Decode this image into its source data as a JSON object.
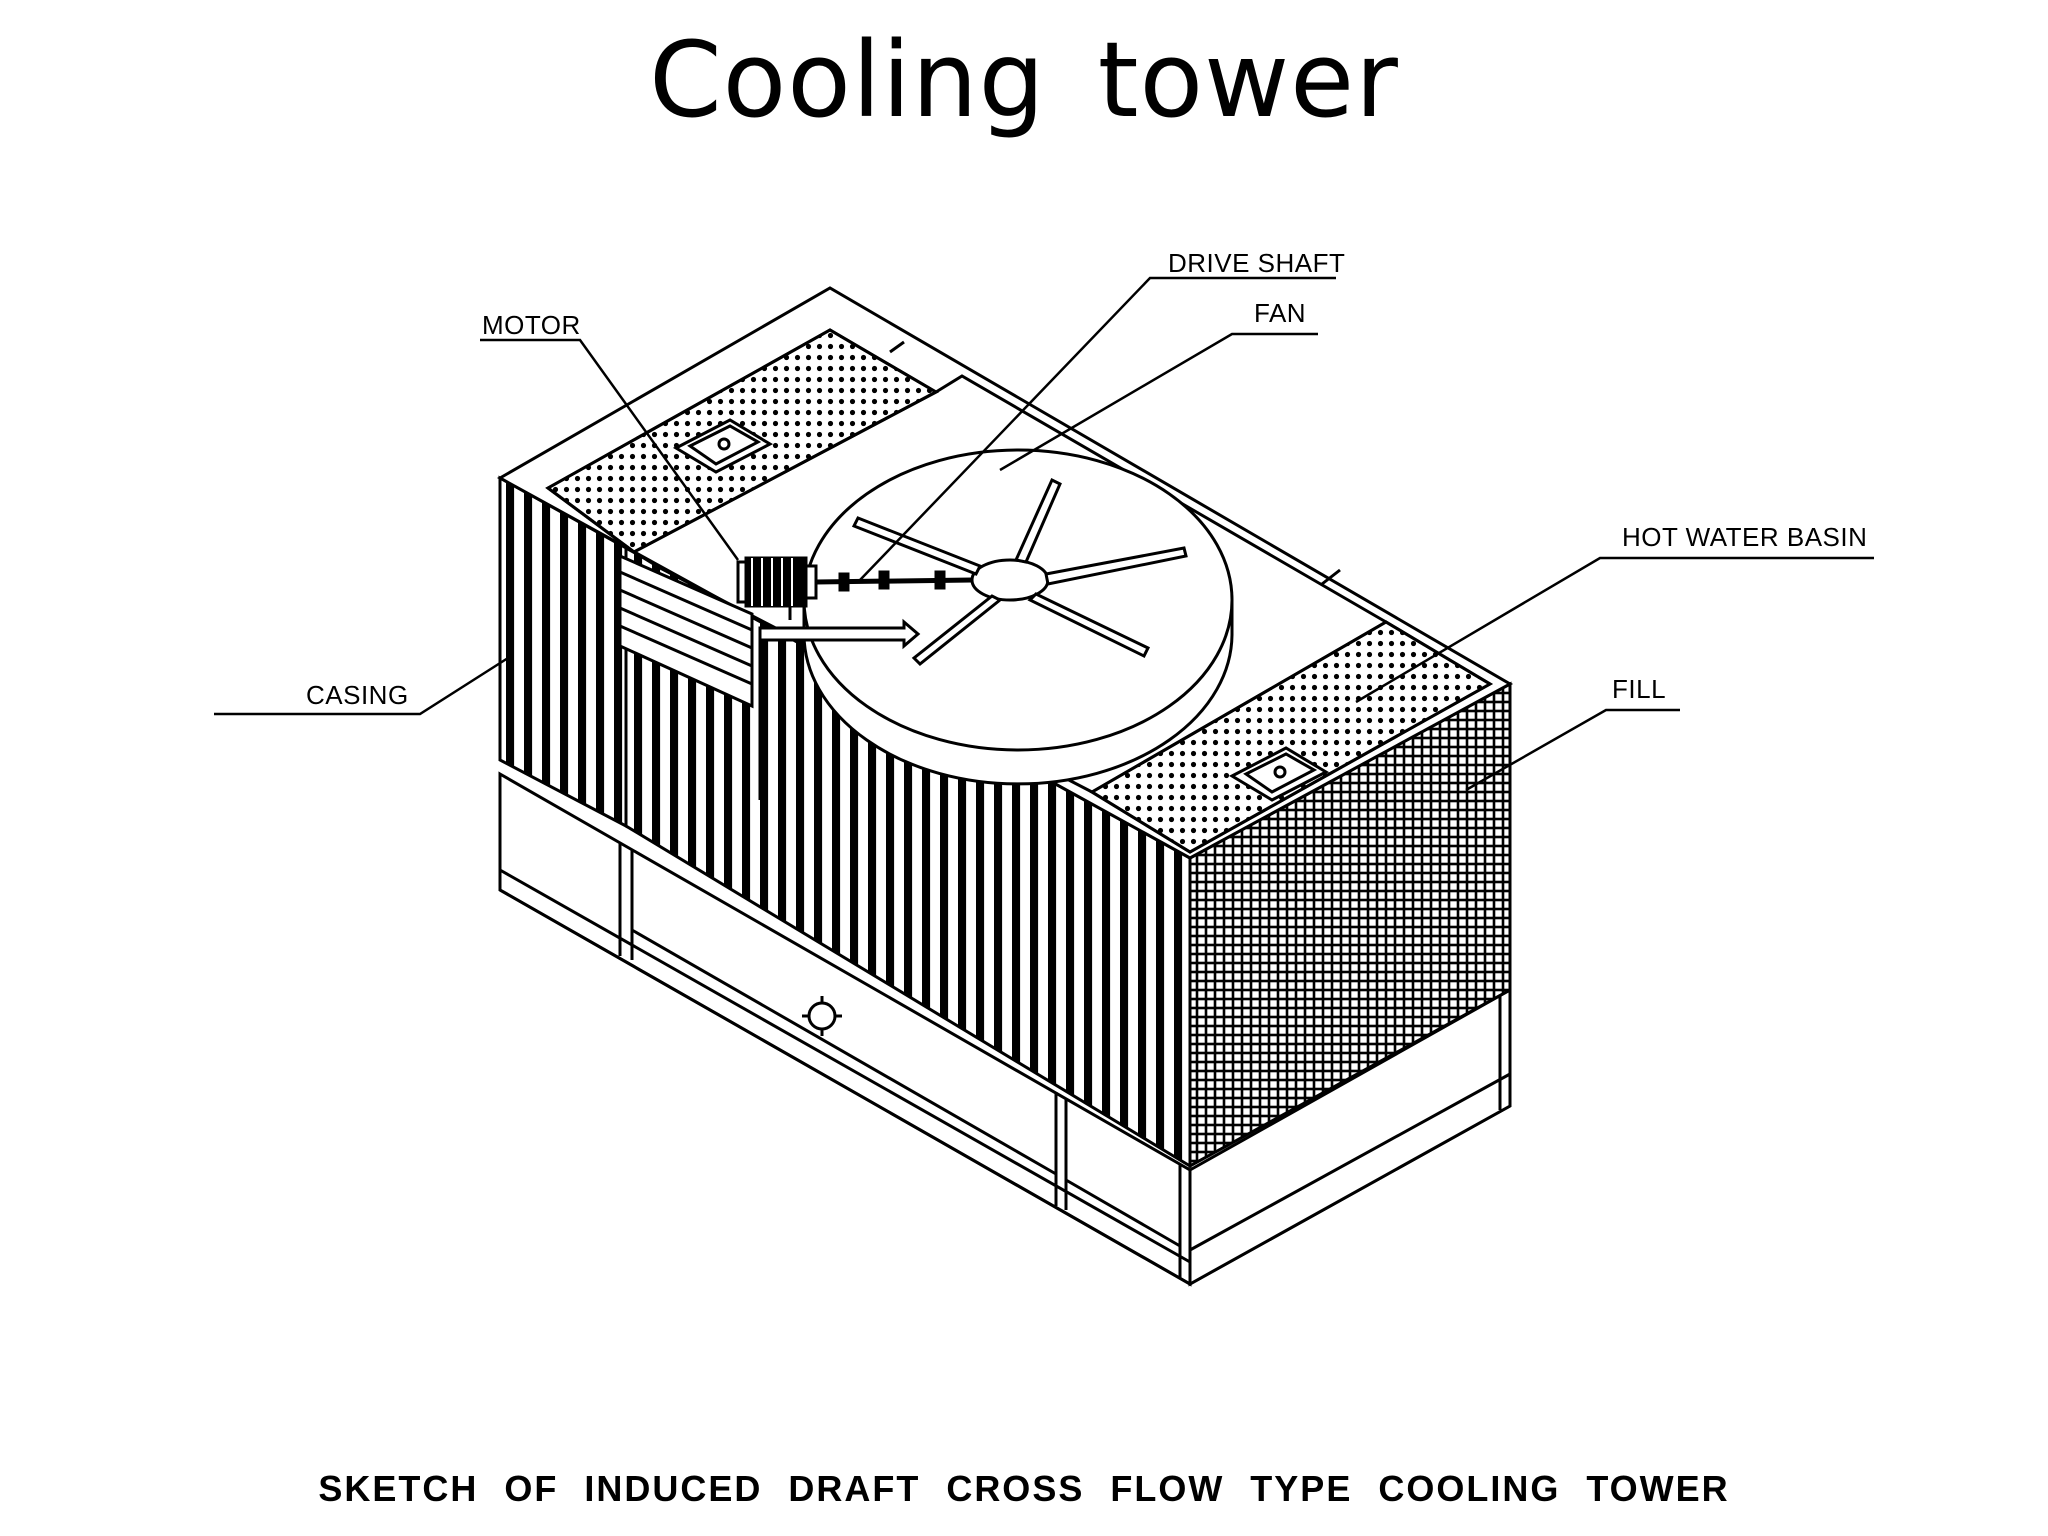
{
  "slide": {
    "title": "Cooling  tower",
    "caption": "SKETCH  OF  INDUCED  DRAFT  CROSS  FLOW  TYPE  COOLING  TOWER"
  },
  "labels": {
    "motor": "MOTOR",
    "drive_shaft": "DRIVE  SHAFT",
    "fan": "FAN",
    "hot_water_basin": "HOT  WATER  BASIN",
    "fill": "FILL",
    "casing": "CASING"
  },
  "colors": {
    "ink": "#000000",
    "paper": "#ffffff"
  }
}
